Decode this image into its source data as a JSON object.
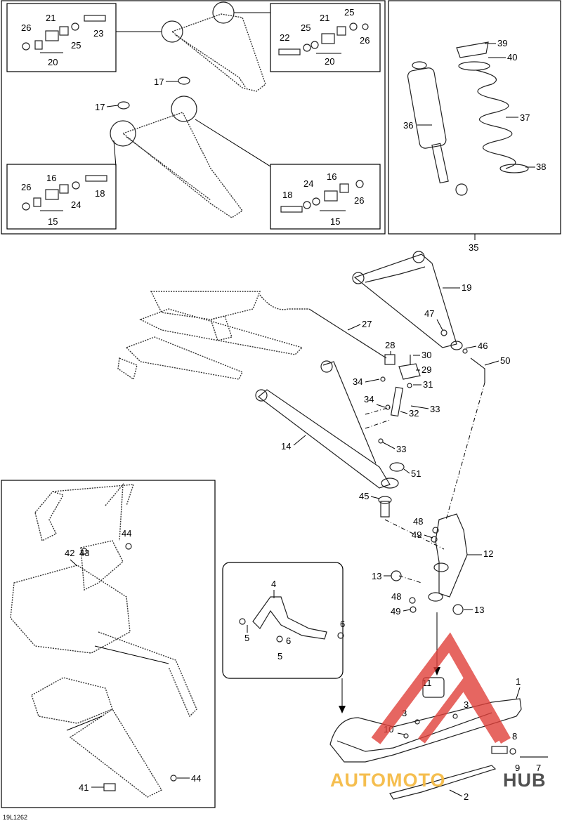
{
  "figure": {
    "code": "19L1262",
    "watermark": {
      "brand_left": "AUTOMOTO",
      "brand_right": "HUB",
      "color_left": "#f5b83d",
      "color_right": "#333333",
      "logo_color": "#e0403a"
    }
  },
  "callouts": {
    "p1": "1",
    "p2": "2",
    "p3a": "3",
    "p3b": "3",
    "p4": "4",
    "p5a": "5",
    "p5b": "5",
    "p6a": "6",
    "p6b": "6",
    "p7": "7",
    "p8": "8",
    "p9": "9",
    "p10": "10",
    "p11": "11",
    "p12": "12",
    "p13a": "13",
    "p13b": "13",
    "p14": "14",
    "p15a": "15",
    "p15b": "15",
    "p16a": "16",
    "p16b": "16",
    "p17a": "17",
    "p17b": "17",
    "p18a": "18",
    "p18b": "18",
    "p19": "19",
    "p20a": "20",
    "p20b": "20",
    "p21a": "21",
    "p21b": "21",
    "p22": "22",
    "p23": "23",
    "p24a": "24",
    "p24b": "24",
    "p25a": "25",
    "p25b": "25",
    "p25c": "25",
    "p26a": "26",
    "p26b": "26",
    "p26c": "26",
    "p26d": "26",
    "p27": "27",
    "p28": "28",
    "p29": "29",
    "p30": "30",
    "p31": "31",
    "p32": "32",
    "p33a": "33",
    "p33b": "33",
    "p34a": "34",
    "p34b": "34",
    "p35": "35",
    "p36": "36",
    "p37": "37",
    "p38": "38",
    "p39": "39",
    "p40": "40",
    "p41": "41",
    "p42": "42",
    "p43": "43",
    "p44a": "44",
    "p44b": "44",
    "p45": "45",
    "p46": "46",
    "p47": "47",
    "p48a": "48",
    "p48b": "48",
    "p49a": "49",
    "p49b": "49",
    "p50": "50",
    "p51": "51"
  }
}
